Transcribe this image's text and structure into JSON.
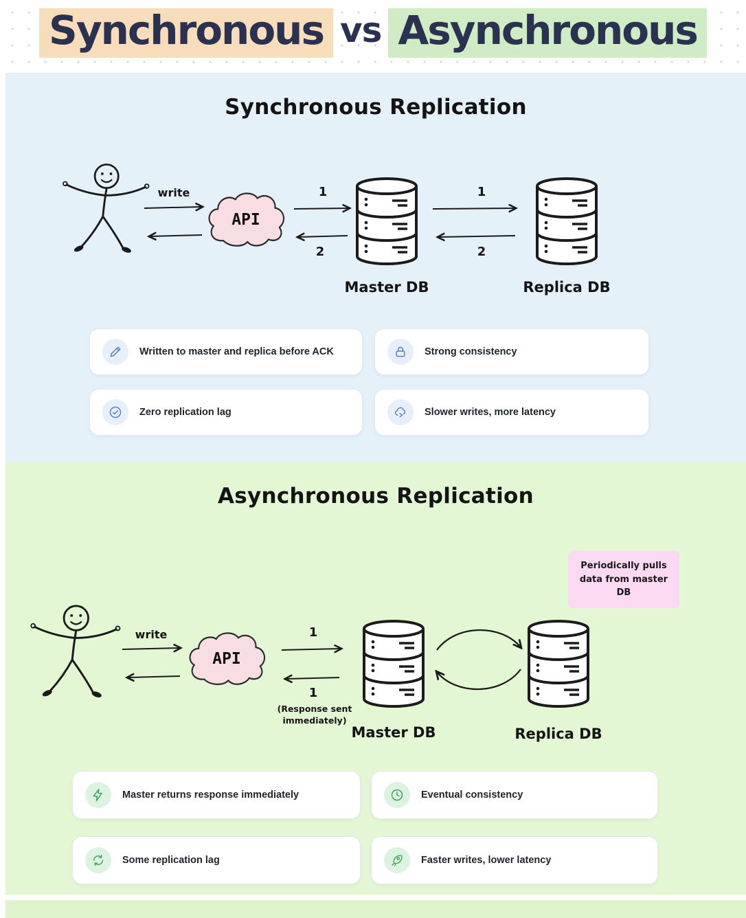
{
  "header": {
    "title_left": "Synchronous",
    "title_mid": "vs",
    "title_right": "Asynchronous"
  },
  "sync": {
    "section_title": "Synchronous Replication",
    "diagram": {
      "write_label": "write",
      "api_label": "API",
      "step_api_to_master": "1",
      "step_master_to_api": "2",
      "step_master_to_replica": "1",
      "step_replica_to_master": "2",
      "master_db_label": "Master DB",
      "replica_db_label": "Replica DB"
    },
    "cards": [
      {
        "icon": "pencil-icon",
        "text": "Written to master and replica before ACK"
      },
      {
        "icon": "lock-icon",
        "text": "Strong consistency"
      },
      {
        "icon": "check-circle-icon",
        "text": "Zero replication lag"
      },
      {
        "icon": "cloud-send-icon",
        "text": "Slower writes, more latency"
      }
    ]
  },
  "async": {
    "section_title": "Asynchronous Replication",
    "note": "Periodically pulls data from master DB",
    "diagram": {
      "write_label": "write",
      "api_label": "API",
      "step_api_to_master": "1",
      "step_master_to_api": "1",
      "response_note": "(Response sent immediately)",
      "master_db_label": "Master DB",
      "replica_db_label": "Replica DB"
    },
    "cards": [
      {
        "icon": "lightning-icon",
        "text": "Master returns response immediately"
      },
      {
        "icon": "clock-icon",
        "text": "Eventual consistency"
      },
      {
        "icon": "sync-loop-icon",
        "text": "Some replication lag"
      },
      {
        "icon": "rocket-icon",
        "text": "Faster writes, lower latency"
      }
    ]
  },
  "colors": {
    "sync_highlight": "#f8ddba",
    "async_highlight": "#cfecc5",
    "sync_section_bg": "#e4f1f8",
    "async_section_bg": "#e4f7d5",
    "note_bg": "#fbd9f3",
    "api_cloud_fill": "#f8dde2",
    "sync_icon_accent": "#5a82c2",
    "async_icon_accent": "#3fa45b",
    "title_color": "#2b3150",
    "ink": "#1b1b1b"
  }
}
